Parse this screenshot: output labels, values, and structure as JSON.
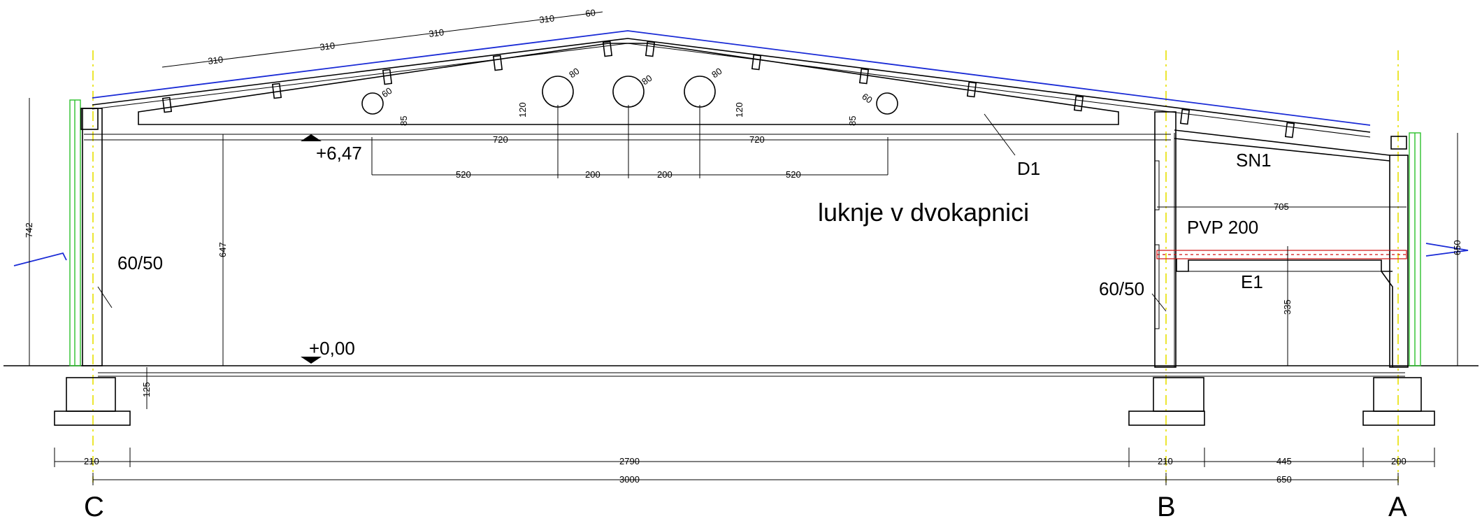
{
  "levels": {
    "top": "+6,47",
    "ground": "+0,00"
  },
  "labels": {
    "girder": "D1",
    "secondary_roof": "SN1",
    "slab": "PVP 200",
    "beam": "E1",
    "col_left": "60/50",
    "col_mid": "60/50",
    "note": "luknje v dvokapnici"
  },
  "axes": {
    "c": "C",
    "b": "B",
    "a": "A"
  },
  "dims": {
    "purlin_1": "310",
    "purlin_2": "310",
    "purlin_3": "310",
    "purlin_4": "310",
    "purlin_end": "60",
    "hole_small_left": "60",
    "hole_1": "80",
    "hole_2": "80",
    "hole_3": "80",
    "hole_small_right": "60",
    "edge_left": "85",
    "edge_mid_left": "120",
    "edge_mid_right": "120",
    "edge_right": "85",
    "span_left": "720",
    "span_right": "720",
    "seg_1": "520",
    "seg_2": "200",
    "seg_3": "200",
    "seg_4": "520",
    "height_total": "742",
    "height_clear": "647",
    "height_right": "650",
    "footing": "125",
    "slab_span": "705",
    "slab_height": "335",
    "bot_1": "210",
    "bot_2": "2790",
    "bot_3": "210",
    "bot_4": "445",
    "bot_5": "200",
    "total_left": "3000",
    "total_right": "650"
  }
}
